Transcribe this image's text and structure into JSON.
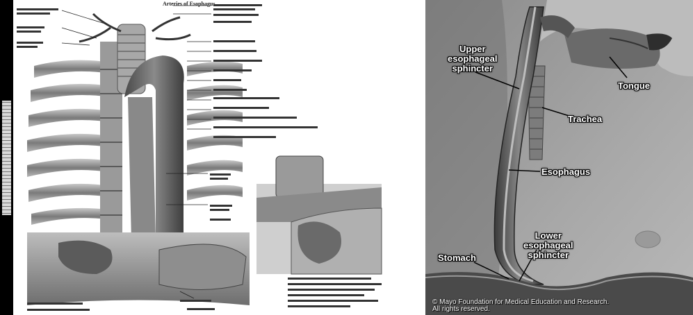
{
  "left_figure": {
    "title": "Arteries of Esophagus"
  },
  "right_figure": {
    "labels": {
      "upper_esophageal_sphincter": "Upper\nesophageal\nsphincter",
      "tongue": "Tongue",
      "trachea": "Trachea",
      "esophagus": "Esophagus",
      "lower_esophageal_sphincter": "Lower\nesophageal\nsphincter",
      "stomach": "Stomach"
    },
    "copyright_line1": "© Mayo Foundation for Medical Education and Research.",
    "copyright_line2": "All rights reserved."
  },
  "colors": {
    "page_background": "#ffffff",
    "left_bar": "#000000",
    "skin": "#9e9e9e",
    "organ_dark": "#3a3a3a",
    "label_text": "#ffffff"
  }
}
